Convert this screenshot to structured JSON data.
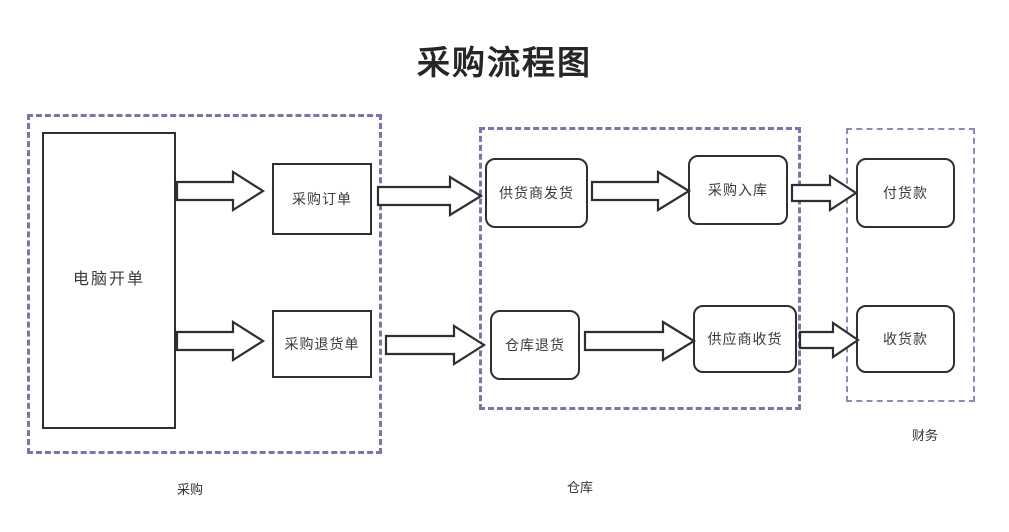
{
  "page": {
    "title": "采购流程图",
    "background_color": "#ffffff",
    "box_border_color": "#2e2e33",
    "group_border_color": "#7a76a8",
    "text_color": "#3a3a3a"
  },
  "groups": [
    {
      "id": "purchasing",
      "label": "采购",
      "border_style": "thick-dashed"
    },
    {
      "id": "warehouse",
      "label": "仓库",
      "border_style": "thick-dashed"
    },
    {
      "id": "finance",
      "label": "财务",
      "border_style": "thin-dashed"
    }
  ],
  "nodes": [
    {
      "id": "computer-billing",
      "label": "电脑开单",
      "group": "purchasing",
      "shape": "rectangle"
    },
    {
      "id": "purchase-order",
      "label": "采购订单",
      "group": "purchasing",
      "shape": "rectangle"
    },
    {
      "id": "purchase-return",
      "label": "采购退货单",
      "group": "purchasing",
      "shape": "rectangle"
    },
    {
      "id": "supplier-shipment",
      "label": "供货商发货",
      "group": "warehouse",
      "shape": "rounded"
    },
    {
      "id": "purchase-inbound",
      "label": "采购入库",
      "group": "warehouse",
      "shape": "rounded"
    },
    {
      "id": "warehouse-return",
      "label": "仓库退货",
      "group": "warehouse",
      "shape": "rounded"
    },
    {
      "id": "supplier-receipt",
      "label": "供应商收货",
      "group": "warehouse",
      "shape": "rounded"
    },
    {
      "id": "pay-goods",
      "label": "付货款",
      "group": "finance",
      "shape": "rounded"
    },
    {
      "id": "receive-payment",
      "label": "收货款",
      "group": "finance",
      "shape": "rounded"
    }
  ],
  "edges": [
    {
      "from": "computer-billing",
      "to": "purchase-order",
      "style": "block-arrow",
      "direction": "right"
    },
    {
      "from": "computer-billing",
      "to": "purchase-return",
      "style": "block-arrow",
      "direction": "right"
    },
    {
      "from": "purchase-order",
      "to": "supplier-shipment",
      "style": "block-arrow",
      "direction": "right"
    },
    {
      "from": "purchase-return",
      "to": "warehouse-return",
      "style": "block-arrow",
      "direction": "right"
    },
    {
      "from": "supplier-shipment",
      "to": "purchase-inbound",
      "style": "block-arrow",
      "direction": "right"
    },
    {
      "from": "warehouse-return",
      "to": "supplier-receipt",
      "style": "block-arrow",
      "direction": "right"
    },
    {
      "from": "purchase-inbound",
      "to": "pay-goods",
      "style": "block-arrow",
      "direction": "right"
    },
    {
      "from": "supplier-receipt",
      "to": "receive-payment",
      "style": "block-arrow",
      "direction": "right"
    }
  ]
}
